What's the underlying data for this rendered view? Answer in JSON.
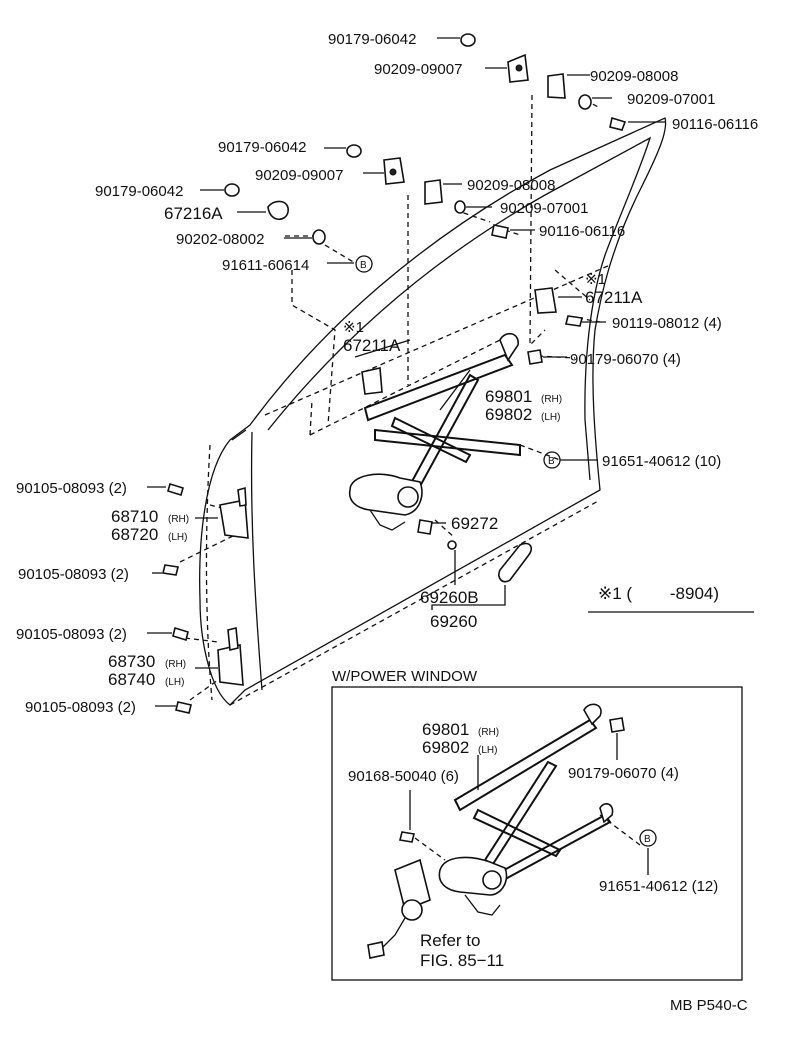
{
  "labels": {
    "p90179_06042_a": "90179-06042",
    "p90209_09007_a": "90209-09007",
    "p90209_08008_a": "90209-08008",
    "p90209_07001_a": "90209-07001",
    "p90116_06116_a": "90116-06116",
    "p90179_06042_b": "90179-06042",
    "p90209_09007_b": "90209-09007",
    "p90179_06042_c": "90179-06042",
    "p90209_08008_b": "90209-08008",
    "p67216A": "67216A",
    "p90209_07001_b": "90209-07001",
    "p90202_08002": "90202-08002",
    "p90116_06116_b": "90116-06116",
    "p91611_60614": "91611-60614",
    "note_a": "※1",
    "p67211A_a": "67211A",
    "p90119_08012": "90119-08012 (4)",
    "note_b": "※1",
    "p67211A_b": "67211A",
    "p90179_06070_a": "90179-06070 (4)",
    "p69801": "69801",
    "p69801_side": "(RH)",
    "p69802": "69802",
    "p69802_side": "(LH)",
    "p91651_40612_a": "91651-40612 (10)",
    "p90105_08093_a": "90105-08093 (2)",
    "p68710": "68710",
    "p68710_side": "(RH)",
    "p68720": "68720",
    "p68720_side": "(LH)",
    "p69272": "69272",
    "p90105_08093_b": "90105-08093 (2)",
    "p69260B": "69260B",
    "p69260": "69260",
    "note_range": "※1 (        -8904)",
    "p90105_08093_c": "90105-08093 (2)",
    "p68730": "68730",
    "p68730_side": "(RH)",
    "p68740": "68740",
    "p68740_side": "(LH)",
    "p90105_08093_d": "90105-08093 (2)",
    "power_window_title": "W/POWER WINDOW",
    "pw_69801": "69801",
    "pw_69801_side": "(RH)",
    "pw_69802": "69802",
    "pw_69802_side": "(LH)",
    "pw_90168_50040": "90168-50040 (6)",
    "pw_90179_06070": "90179-06070 (4)",
    "pw_91651_40612": "91651-40612 (12)",
    "refer_to": "Refer to",
    "fig_ref": "FIG. 85−11",
    "clip_marker_b": "B",
    "footer_code": "MB P540-C"
  }
}
